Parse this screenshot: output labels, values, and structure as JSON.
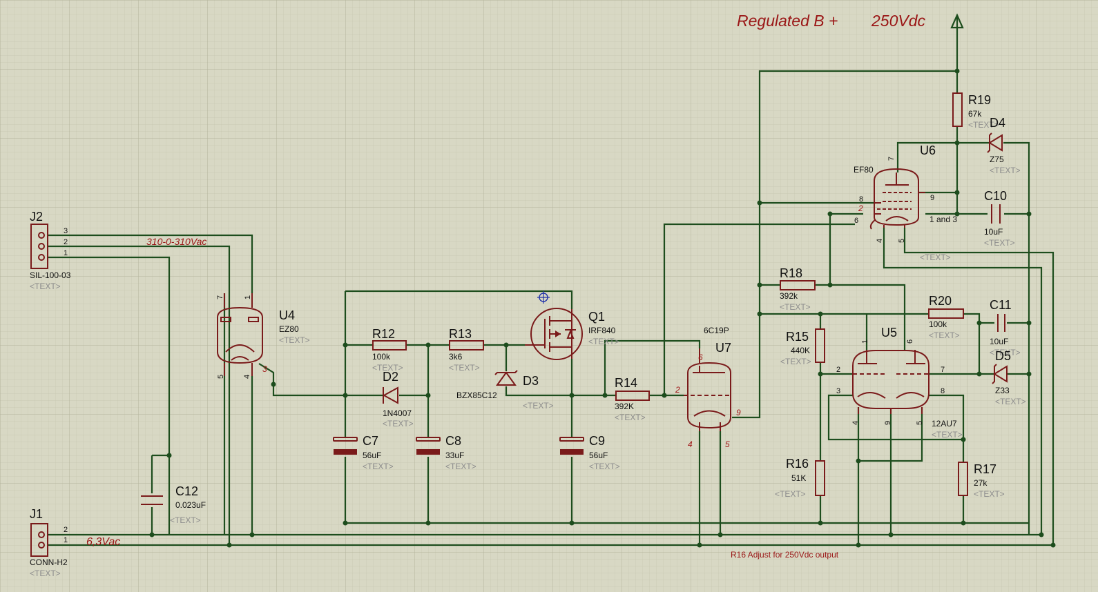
{
  "title": {
    "left": "Regulated B +",
    "right": "250Vdc"
  },
  "annotations": {
    "secondary": "310-0-310Vac",
    "heater": "6,3Vac",
    "note": "R16 Adjust for 250Vdc output"
  },
  "placeholder": "<TEXT>",
  "components": {
    "J2": {
      "ref": "J2",
      "value": "SIL-100-03",
      "pins": [
        "3",
        "2",
        "1"
      ]
    },
    "J1": {
      "ref": "J1",
      "value": "CONN-H2",
      "pins": [
        "2",
        "1"
      ]
    },
    "U4": {
      "ref": "U4",
      "value": "EZ80",
      "pins": [
        "7",
        "1",
        "5",
        "4",
        "3"
      ]
    },
    "U5": {
      "ref": "U5",
      "value": "12AU7",
      "pins": [
        "1",
        "6",
        "2",
        "7",
        "3",
        "8",
        "4",
        "9",
        "5"
      ]
    },
    "U6": {
      "ref": "U6",
      "value": "EF80",
      "pins": [
        "7",
        "8",
        "2",
        "6",
        "9",
        "4",
        "5"
      ],
      "extra": "1 and 3"
    },
    "U7": {
      "ref": "U7",
      "value": "6C19P",
      "pins": [
        "6",
        "2",
        "9",
        "4",
        "5"
      ]
    },
    "Q1": {
      "ref": "Q1",
      "value": "IRF840"
    },
    "R12": {
      "ref": "R12",
      "value": "100k"
    },
    "R13": {
      "ref": "R13",
      "value": "3k6"
    },
    "R14": {
      "ref": "R14",
      "value": "392K"
    },
    "R15": {
      "ref": "R15",
      "value": "440K"
    },
    "R16": {
      "ref": "R16",
      "value": "51K"
    },
    "R17": {
      "ref": "R17",
      "value": "27k"
    },
    "R18": {
      "ref": "R18",
      "value": "392k"
    },
    "R19": {
      "ref": "R19",
      "value": "67k"
    },
    "R20": {
      "ref": "R20",
      "value": "100k"
    },
    "C7": {
      "ref": "C7",
      "value": "56uF"
    },
    "C8": {
      "ref": "C8",
      "value": "33uF"
    },
    "C9": {
      "ref": "C9",
      "value": "56uF"
    },
    "C10": {
      "ref": "C10",
      "value": "10uF"
    },
    "C11": {
      "ref": "C11",
      "value": "10uF"
    },
    "C12": {
      "ref": "C12",
      "value": "0.023uF"
    },
    "D2": {
      "ref": "D2",
      "value": "1N4007"
    },
    "D3": {
      "ref": "D3",
      "value": "BZX85C12"
    },
    "D4": {
      "ref": "D4",
      "value": "Z75"
    },
    "D5": {
      "ref": "D5",
      "value": "Z33"
    }
  },
  "colors": {
    "background": "#d8d8c4",
    "grid_minor": "#c6c6b0",
    "grid_major": "#b4b49c",
    "wire": "#1d4d1d",
    "symbol": "#7a1a1a",
    "annotation": "#9a1616",
    "placeholder": "#8c8c8c"
  }
}
